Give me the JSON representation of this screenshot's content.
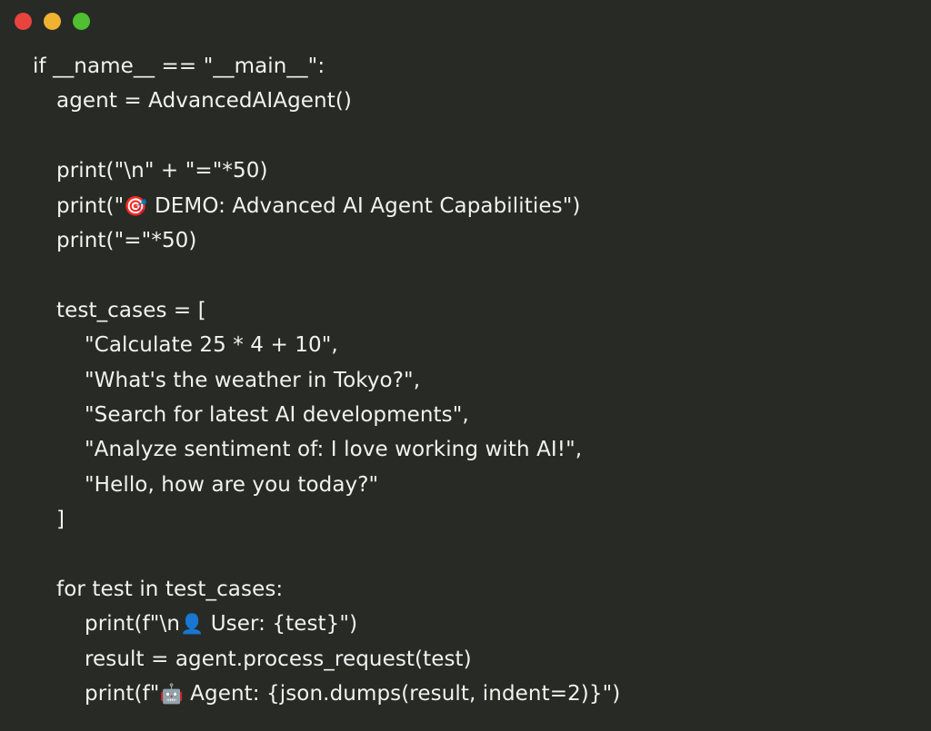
{
  "window": {
    "title_bar": {
      "buttons": [
        {
          "name": "close",
          "label": "",
          "color": "#e8433d"
        },
        {
          "name": "minimize",
          "label": "",
          "color": "#f0b232"
        },
        {
          "name": "maximize",
          "label": "",
          "color": "#4fc030"
        }
      ]
    },
    "theme": {
      "background": "#282a26",
      "text_color": "#f2f2ee"
    }
  },
  "editor": {
    "language": "python",
    "lines": [
      {
        "indent": 0,
        "text": "if __name__ == \"__main__\":"
      },
      {
        "indent": 1,
        "text": "agent = AdvancedAIAgent()"
      },
      {
        "indent": 0,
        "text": ""
      },
      {
        "indent": 1,
        "text": "print(\"\\n\" + \"=\"*50)"
      },
      {
        "indent": 1,
        "text": "print(\"\u0001 DEMO: Advanced AI Agent Capabilities\")",
        "emoji": "🎯",
        "emoji_after": "print(\"",
        "emoji_before": " DEMO: Advanced AI Agent Capabilities\")"
      },
      {
        "indent": 1,
        "text": "print(\"=\"*50)"
      },
      {
        "indent": 0,
        "text": ""
      },
      {
        "indent": 1,
        "text": "test_cases = ["
      },
      {
        "indent": 2,
        "text": "\"Calculate 25 * 4 + 10\","
      },
      {
        "indent": 2,
        "text": "\"What's the weather in Tokyo?\","
      },
      {
        "indent": 2,
        "text": "\"Search for latest AI developments\","
      },
      {
        "indent": 2,
        "text": "\"Analyze sentiment of: I love working with AI!\","
      },
      {
        "indent": 2,
        "text": "\"Hello, how are you today?\""
      },
      {
        "indent": 1,
        "text": "]"
      },
      {
        "indent": 0,
        "text": ""
      },
      {
        "indent": 1,
        "text": "for test in test_cases:"
      },
      {
        "indent": 2,
        "text": "print(f\"\\n\u0001 User: {test}\")",
        "emoji": "👤",
        "emoji_after": "print(f\"\\n",
        "emoji_before": " User: {test}\")"
      },
      {
        "indent": 2,
        "text": "result = agent.process_request(test)"
      },
      {
        "indent": 2,
        "text": "print(f\"\u0001 Agent: {json.dumps(result, indent=2)}\")",
        "emoji": "🤖",
        "emoji_after": "print(f\"",
        "emoji_before": " Agent: {json.dumps(result, indent=2)}\")"
      }
    ]
  }
}
